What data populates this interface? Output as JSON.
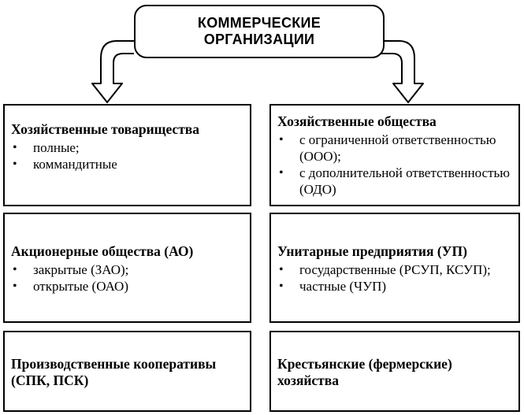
{
  "header": {
    "line1": "КОММЕРЧЕСКИЕ",
    "line2": "ОРГАНИЗАЦИИ"
  },
  "boxes": [
    {
      "title": "Хозяйственные товарищества",
      "items": [
        "полные;",
        "коммандитные"
      ]
    },
    {
      "title": "Хозяйственные общества",
      "items": [
        "с ограниченной ответственностью (ООО);",
        "с дополнительной ответственностью (ОДО)"
      ]
    },
    {
      "title": "Акционерные общества (АО)",
      "items": [
        "закрытые (ЗАО);",
        "открытые (ОАО)"
      ]
    },
    {
      "title": "Унитарные предприятия (УП)",
      "items": [
        "государственные (РСУП, КСУП);",
        "частные (ЧУП)"
      ]
    },
    {
      "title": "Производственные кооперативы (СПК, ПСК)",
      "items": []
    },
    {
      "title": "Крестьянские (фермерские) хозяйства",
      "items": []
    }
  ]
}
